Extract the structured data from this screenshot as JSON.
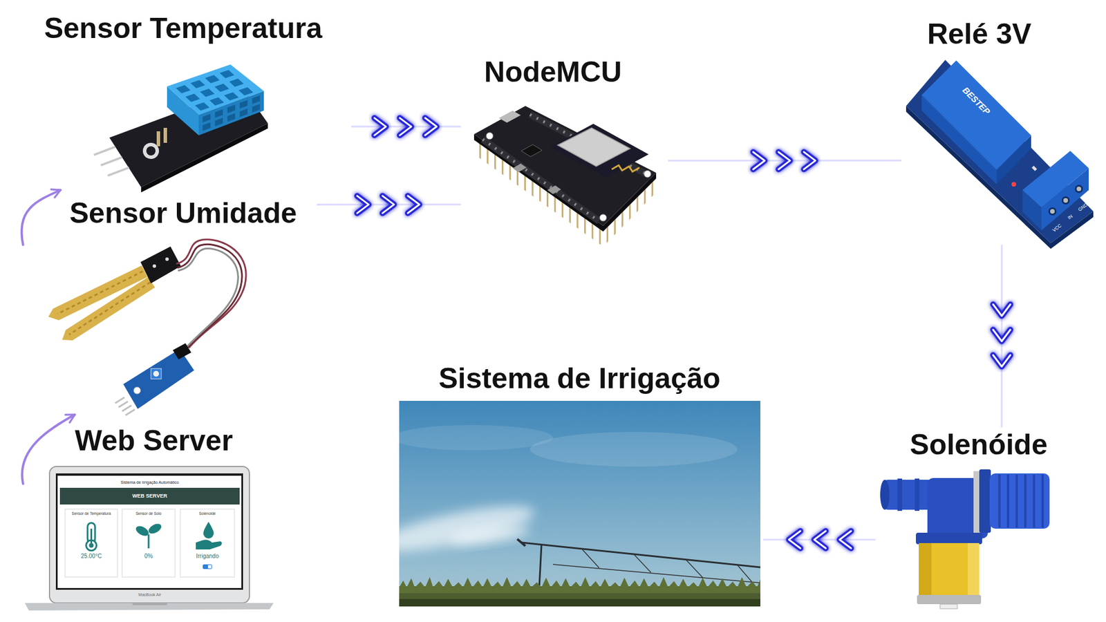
{
  "diagram": {
    "nodes": [
      {
        "text": [
          "Sensor Temperatura"
        ]
      },
      {
        "text": [
          "NodeMCU"
        ]
      },
      {
        "text": [
          "Relé 3V"
        ]
      },
      {
        "text": [
          "Sensor Umidade"
        ]
      },
      {
        "text": [
          "Sistema de Irrigação"
        ]
      },
      {
        "text": [
          "Web Server"
        ]
      },
      {
        "text": [
          "Solenóide"
        ]
      }
    ],
    "edges": [
      {
        "from": 0,
        "to": 1,
        "arrow": "to"
      },
      {
        "from": 3,
        "to": 1,
        "arrow": "to"
      },
      {
        "from": 1,
        "to": 2,
        "arrow": "to"
      },
      {
        "from": 2,
        "to": 6,
        "arrow": "to"
      },
      {
        "from": 6,
        "to": 4,
        "arrow": "to"
      },
      {
        "from": 5,
        "to": 3,
        "arrow": "to"
      },
      {
        "from": 3,
        "to": 0,
        "arrow": "to"
      }
    ],
    "labels": [
      "Sistema de Irrigação Automático",
      "WEB SERVER",
      "Sensor de Temperatura",
      "Sensor de Solo",
      "Solenoide",
      "25.00°C",
      "0%",
      "Irrigando",
      "MacBook Air",
      "BESTEP",
      "VCC",
      "IN",
      "GND"
    ]
  }
}
